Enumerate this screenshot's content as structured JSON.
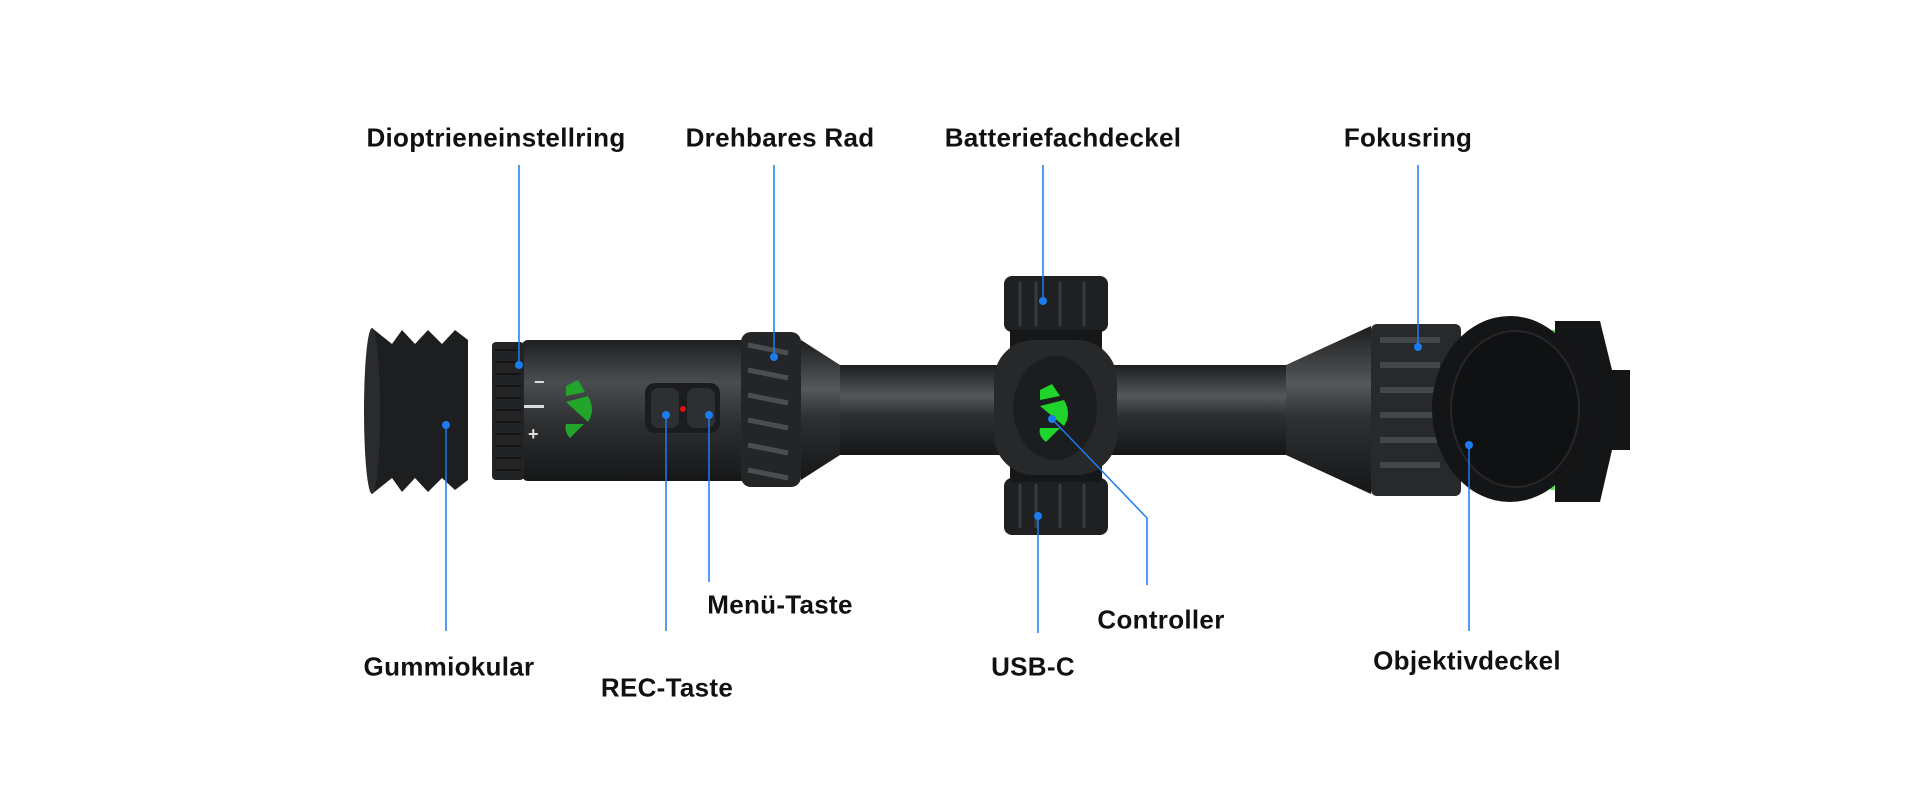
{
  "title": "Zielfernrohr Bauteile",
  "colors": {
    "leader": "#1a7cf0",
    "body": "#2a2c2e",
    "accent_green": "#1fd42a",
    "rec_dot": "#e01010"
  },
  "markings": {
    "minus": "−",
    "plus": "+"
  },
  "labels": {
    "diopter": "Dioptrieneinstellring",
    "wheel": "Drehbares Rad",
    "battery": "Batteriefachdeckel",
    "focus": "Fokusring",
    "eyecup": "Gummiokular",
    "rec": "REC-Taste",
    "menu": "Menü-Taste",
    "usb": "USB-C",
    "controller": "Controller",
    "lenscap": "Objektivdeckel"
  }
}
